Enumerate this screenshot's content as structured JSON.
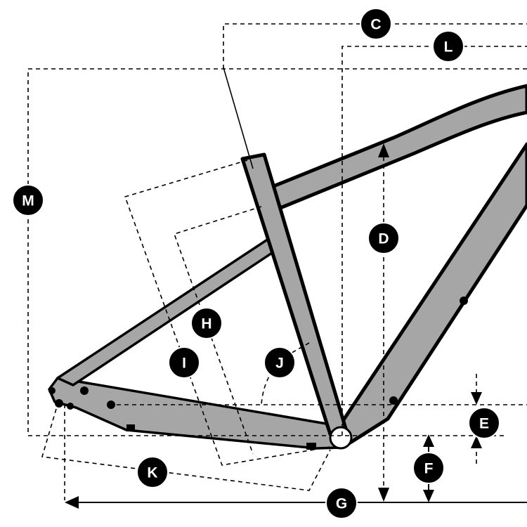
{
  "labels": {
    "C": "C",
    "L": "L",
    "M": "M",
    "D": "D",
    "H": "H",
    "I": "I",
    "J": "J",
    "E": "E",
    "F": "F",
    "K": "K",
    "G": "G"
  },
  "colors": {
    "frame_fill": "#a6a6a6",
    "outline": "#000000",
    "badge_fill": "#000000",
    "badge_text": "#ffffff",
    "background": "#ffffff"
  }
}
